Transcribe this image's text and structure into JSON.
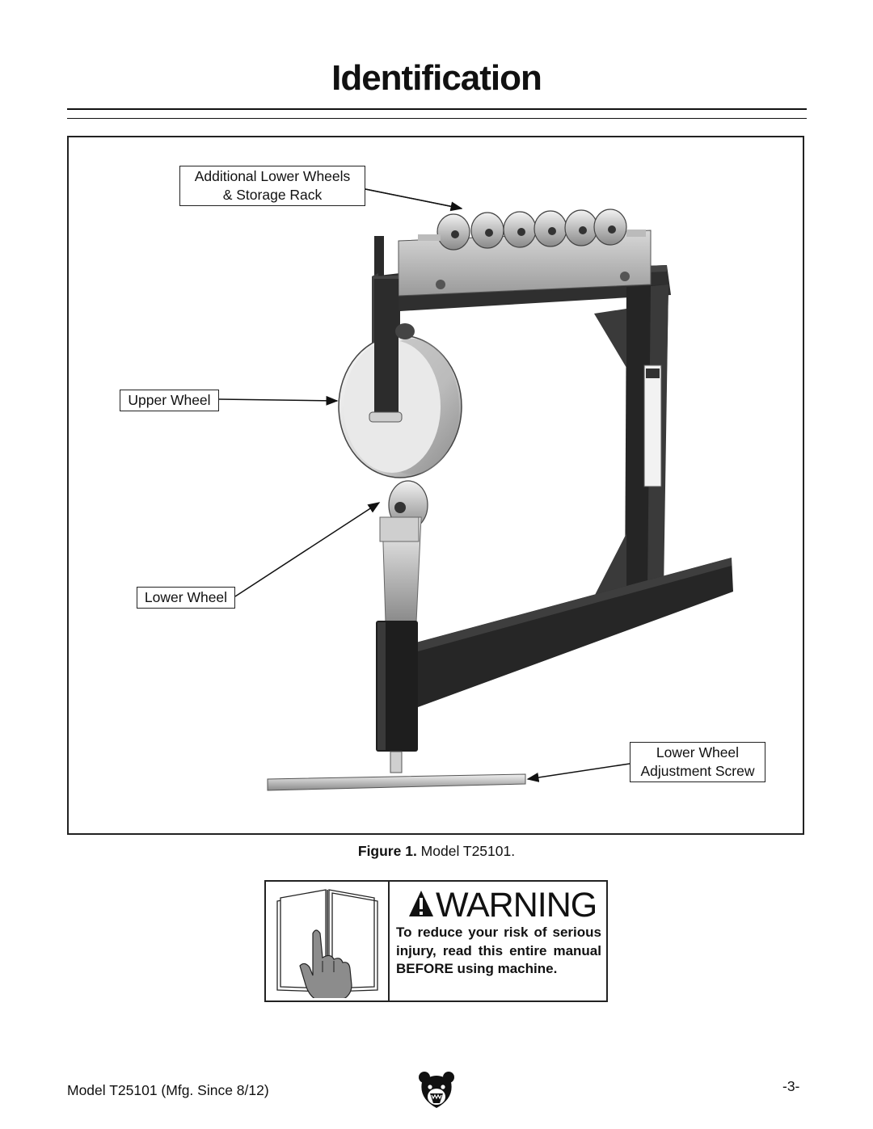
{
  "page": {
    "title": "Identification",
    "figure": {
      "callouts": {
        "storage_rack_line1": "Additional Lower Wheels",
        "storage_rack_line2": "& Storage Rack",
        "upper_wheel": "Upper Wheel",
        "lower_wheel": "Lower Wheel",
        "adjust_line1": "Lower Wheel",
        "adjust_line2": "Adjustment Screw"
      },
      "caption_bold": "Figure 1.",
      "caption_text": " Model T25101."
    },
    "warning": {
      "heading": "WARNING",
      "text": "To reduce your risk of serious injury, read this entire manual BEFORE using machine."
    },
    "footer": {
      "model": "Model T25101 (Mfg. Since 8/12)",
      "page_number": "-3-"
    }
  }
}
